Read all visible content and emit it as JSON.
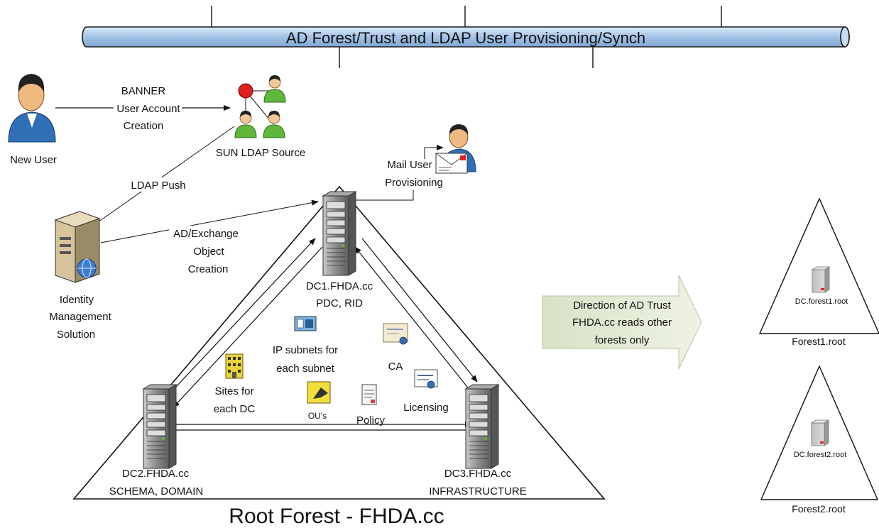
{
  "bus": {
    "title": "AD Forest/Trust and LDAP User Provisioning/Synch"
  },
  "new_user": {
    "label": "New User"
  },
  "banner_flow": {
    "line1": "BANNER",
    "line2": "User Account",
    "line3": "Creation"
  },
  "ldap_source": {
    "label": "SUN LDAP Source"
  },
  "ldap_push": {
    "label": "LDAP Push"
  },
  "mail_provisioning": {
    "line1": "Mail User",
    "line2": "Provisioning"
  },
  "ad_exchange": {
    "line1": "AD/Exchange",
    "line2": "Object",
    "line3": "Creation"
  },
  "idm": {
    "line1": "Identity",
    "line2": "Management",
    "line3": "Solution"
  },
  "dc1": {
    "name": "DC1.FHDA.cc",
    "roles": "PDC, RID"
  },
  "dc2": {
    "name": "DC2.FHDA.cc",
    "roles": "SCHEMA, DOMAIN"
  },
  "dc3": {
    "name": "DC3.FHDA.cc",
    "roles": "INFRASTRUCTURE"
  },
  "ip_subnets": {
    "line1": "IP subnets for",
    "line2": "each subnet"
  },
  "sites": {
    "line1": "Sites for",
    "line2": "each DC"
  },
  "ous": {
    "label": "OU's"
  },
  "policy": {
    "label": "Policy"
  },
  "ca": {
    "label": "CA"
  },
  "licensing": {
    "label": "Licensing"
  },
  "root_forest": {
    "label": "Root Forest - FHDA.cc"
  },
  "trust_arrow": {
    "line1": "Direction of AD Trust",
    "line2": "FHDA.cc reads other",
    "line3": "forests only"
  },
  "forest1": {
    "dc": "DC.forest1.root",
    "name": "Forest1.root"
  },
  "forest2": {
    "dc": "DC.forest2.root",
    "name": "Forest2.root"
  },
  "colors": {
    "bus_fill": "#a8c6e8",
    "user_green": "#5fb83a",
    "arrow_fill": "#e3ead6",
    "node_red": "#e02020"
  }
}
